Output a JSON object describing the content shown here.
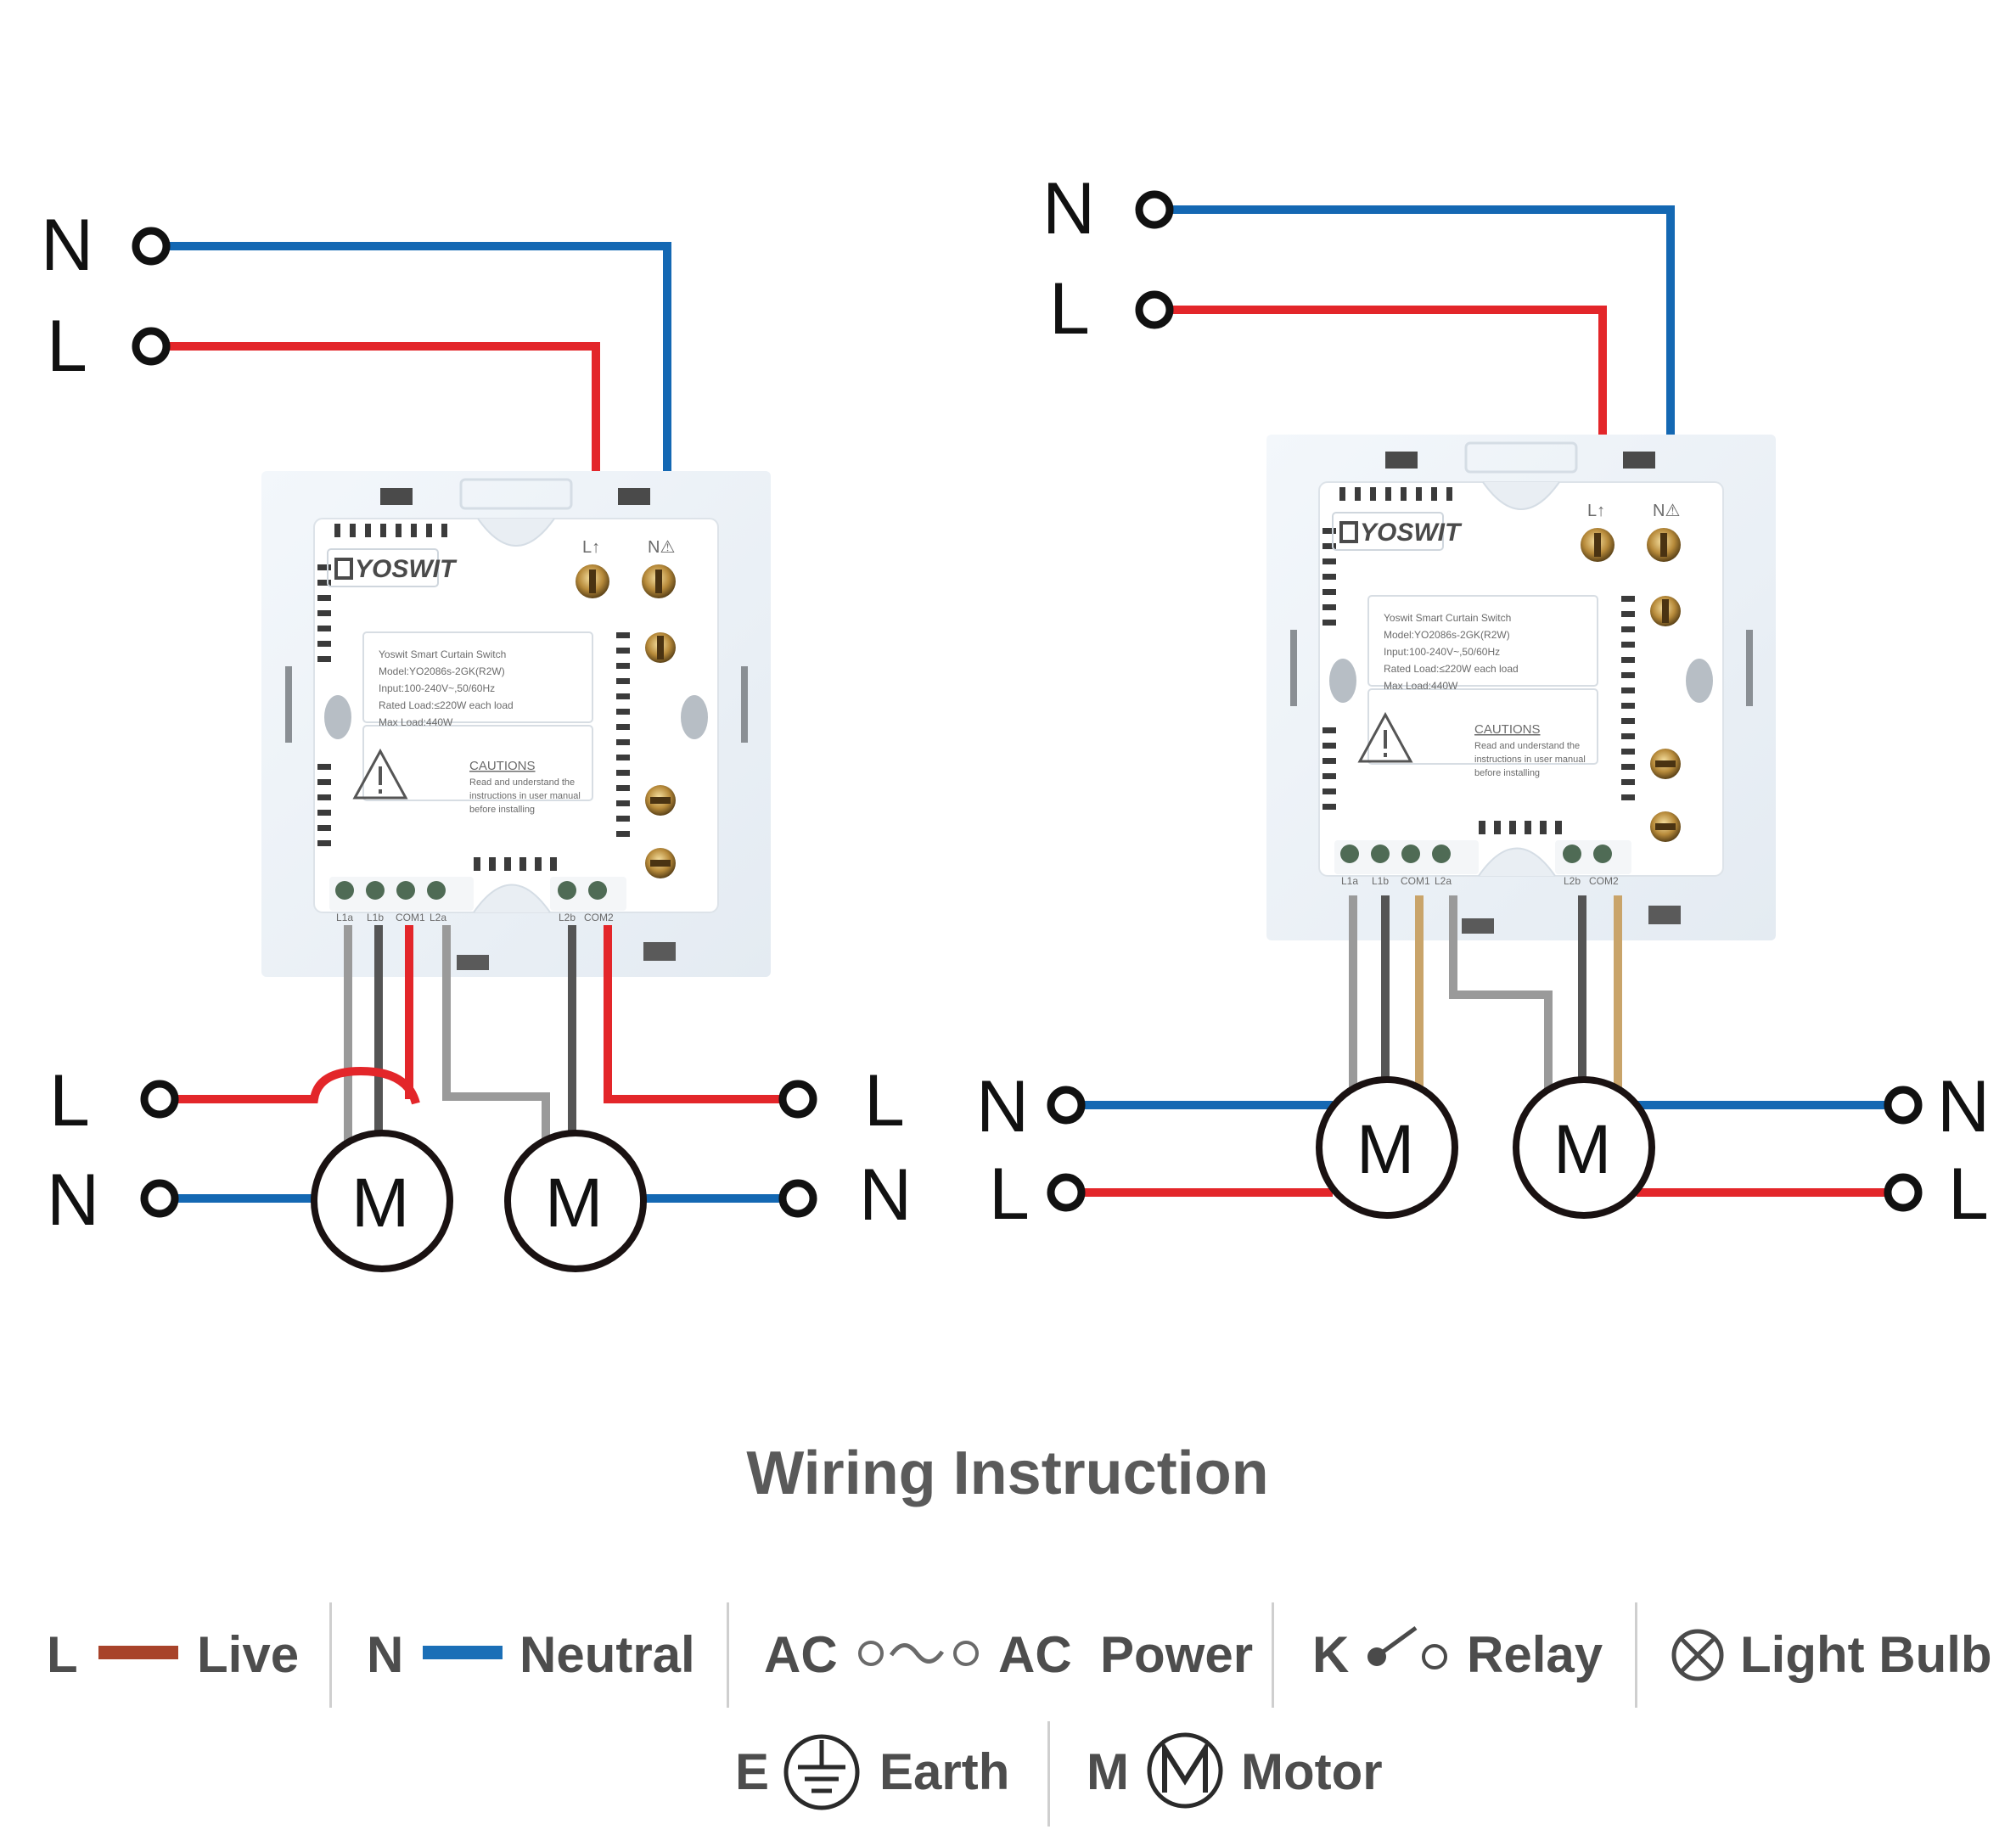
{
  "colors": {
    "live": "#e3262a",
    "neutral": "#1468b3",
    "legend_live": "#a8432a",
    "legend_neutral": "#1b6fb7",
    "wire_grey": "#9a9a9a",
    "wire_dark": "#555555",
    "wire_tan": "#c9a46a",
    "panel": "#eef3f8"
  },
  "left_diagram": {
    "supply": {
      "neutral_label": "N",
      "live_label": "L"
    },
    "switch": {
      "brand": "YOSWIT",
      "top_terminals": [
        "L↑",
        "N⚠"
      ],
      "bottom_terminals": [
        "L1a",
        "L1b",
        "COM1",
        "L2a",
        "L2b",
        "COM2"
      ],
      "info_lines": [
        "Yoswit Smart Curtain Switch",
        "Model:YO2086s-2GK(R2W)",
        "Input:100-240V~,50/60Hz",
        "Rated Load:≤220W each load",
        "Max Load:440W"
      ],
      "caution_title": "CAUTIONS",
      "caution_lines": [
        "Read and understand the",
        "instructions in user manual",
        "before installing"
      ]
    },
    "load_labels": {
      "live_left": "L",
      "neutral_left": "N",
      "live_right": "L",
      "neutral_right": "N"
    },
    "motors": [
      "M",
      "M"
    ]
  },
  "right_diagram": {
    "supply": {
      "neutral_label": "N",
      "live_label": "L"
    },
    "switch": {
      "brand": "YOSWIT",
      "top_terminals": [
        "L↑",
        "N⚠"
      ],
      "bottom_terminals": [
        "L1a",
        "L1b",
        "COM1",
        "L2a",
        "L2b",
        "COM2"
      ],
      "info_lines": [
        "Yoswit Smart Curtain Switch",
        "Model:YO2086s-2GK(R2W)",
        "Input:100-240V~,50/60Hz",
        "Rated Load:≤220W each load",
        "Max Load:440W"
      ],
      "caution_title": "CAUTIONS",
      "caution_lines": [
        "Read and understand the",
        "instructions in user manual",
        "before installing"
      ]
    },
    "load_labels": {
      "neutral_left": "N",
      "live_left": "L",
      "neutral_right": "N",
      "live_right": "L"
    },
    "motors": [
      "M",
      "M"
    ]
  },
  "title": "Wiring Instruction",
  "legend": {
    "row1": [
      {
        "symbol": "L",
        "text": "Live",
        "icon": "live-wire-icon"
      },
      {
        "symbol": "N",
        "text": "Neutral",
        "icon": "neutral-wire-icon"
      },
      {
        "symbol": "AC",
        "text": "AC  Power",
        "icon": "ac-power-icon"
      },
      {
        "symbol": "K",
        "text": "Relay",
        "icon": "relay-icon"
      },
      {
        "symbol": "",
        "text": "Light Bulb",
        "icon": "light-bulb-icon"
      }
    ],
    "row2": [
      {
        "symbol": "E",
        "text": "Earth",
        "icon": "earth-icon"
      },
      {
        "symbol": "M",
        "text": "Motor",
        "icon": "motor-icon"
      }
    ]
  }
}
